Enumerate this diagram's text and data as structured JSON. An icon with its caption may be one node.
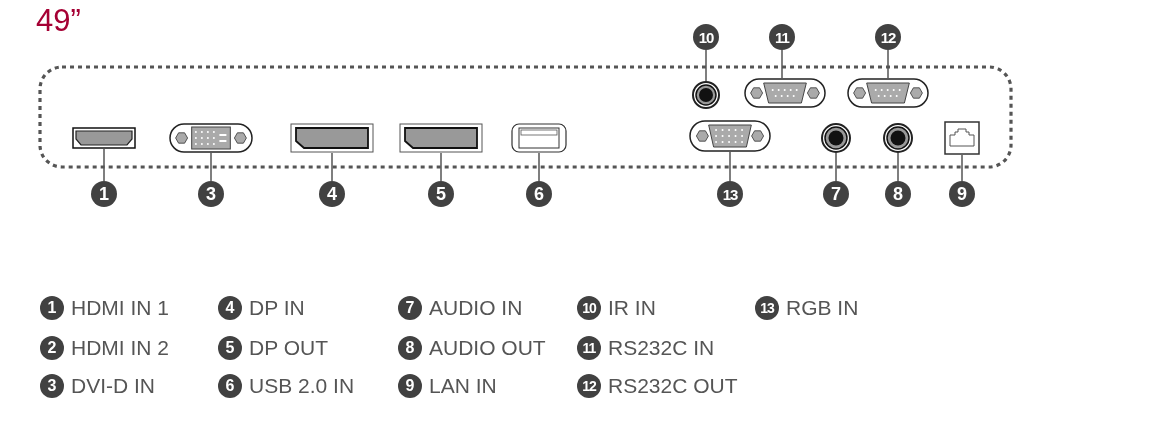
{
  "diagram": {
    "title": "49”",
    "nodes": [
      {
        "text": [],
        "shape": "box"
      },
      {
        "text": [
          "10"
        ]
      },
      {
        "text": [
          "11"
        ]
      },
      {
        "text": [
          "12"
        ]
      },
      {
        "text": [],
        "shape": "picture",
        "in": 0
      },
      {
        "text": [],
        "shape": "picture",
        "in": 0
      },
      {
        "text": [],
        "shape": "picture",
        "in": 0
      },
      {
        "text": [],
        "shape": "picture",
        "in": 0
      },
      {
        "text": [],
        "shape": "picture",
        "in": 0
      },
      {
        "text": [],
        "shape": "picture",
        "in": 0
      },
      {
        "text": [],
        "shape": "picture",
        "in": 0
      },
      {
        "text": [],
        "shape": "picture",
        "in": 0
      },
      {
        "text": [],
        "shape": "picture",
        "in": 0
      },
      {
        "text": [],
        "shape": "picture",
        "in": 0
      },
      {
        "text": [],
        "shape": "picture",
        "in": 0
      },
      {
        "text": [],
        "shape": "picture",
        "in": 0
      },
      {
        "text": [
          "1"
        ]
      },
      {
        "text": [
          "3"
        ]
      },
      {
        "text": [
          "4"
        ]
      },
      {
        "text": [
          "5"
        ]
      },
      {
        "text": [
          "6"
        ]
      },
      {
        "text": [
          "13"
        ]
      },
      {
        "text": [
          "7"
        ]
      },
      {
        "text": [
          "8"
        ]
      },
      {
        "text": [
          "9"
        ]
      },
      {
        "text": [
          "1"
        ],
        "beside": [
          "HDMI IN 1"
        ]
      },
      {
        "text": [
          "4"
        ],
        "beside": [
          "DP IN"
        ]
      },
      {
        "text": [
          "7"
        ],
        "beside": [
          "AUDIO IN"
        ]
      },
      {
        "text": [
          "10"
        ],
        "beside": [
          "IR IN"
        ]
      },
      {
        "text": [
          "13"
        ],
        "beside": [
          "RGB IN"
        ]
      },
      {
        "text": [
          "2"
        ],
        "beside": [
          "HDMI IN 2"
        ]
      },
      {
        "text": [
          "5"
        ],
        "beside": [
          "DP OUT"
        ]
      },
      {
        "text": [
          "8"
        ],
        "beside": [
          "AUDIO OUT"
        ]
      },
      {
        "text": [
          "11"
        ],
        "beside": [
          "RS232C IN"
        ]
      },
      {
        "text": [
          "3"
        ],
        "beside": [
          "DVI-D IN"
        ]
      },
      {
        "text": [
          "6"
        ],
        "beside": [
          "USB 2.0 IN"
        ]
      },
      {
        "text": [
          "9"
        ],
        "beside": [
          "LAN IN"
        ]
      },
      {
        "text": [
          "12"
        ],
        "beside": [
          "RS232C OUT"
        ]
      }
    ],
    "edges": [
      {
        "from": 1,
        "to": 4,
        "arrow": "none"
      },
      {
        "from": 2,
        "to": 5,
        "arrow": "none"
      },
      {
        "from": 3,
        "to": 6,
        "arrow": "none"
      },
      {
        "from": 16,
        "to": 7,
        "arrow": "none"
      },
      {
        "from": 17,
        "to": 8,
        "arrow": "none"
      },
      {
        "from": 18,
        "to": 9,
        "arrow": "none"
      },
      {
        "from": 19,
        "to": 10,
        "arrow": "none"
      },
      {
        "from": 20,
        "to": 11,
        "arrow": "none"
      },
      {
        "from": 21,
        "to": 12,
        "arrow": "none"
      },
      {
        "from": 22,
        "to": 13,
        "arrow": "none"
      },
      {
        "from": 23,
        "to": 14,
        "arrow": "none"
      },
      {
        "from": 24,
        "to": 15,
        "arrow": "none"
      }
    ]
  }
}
